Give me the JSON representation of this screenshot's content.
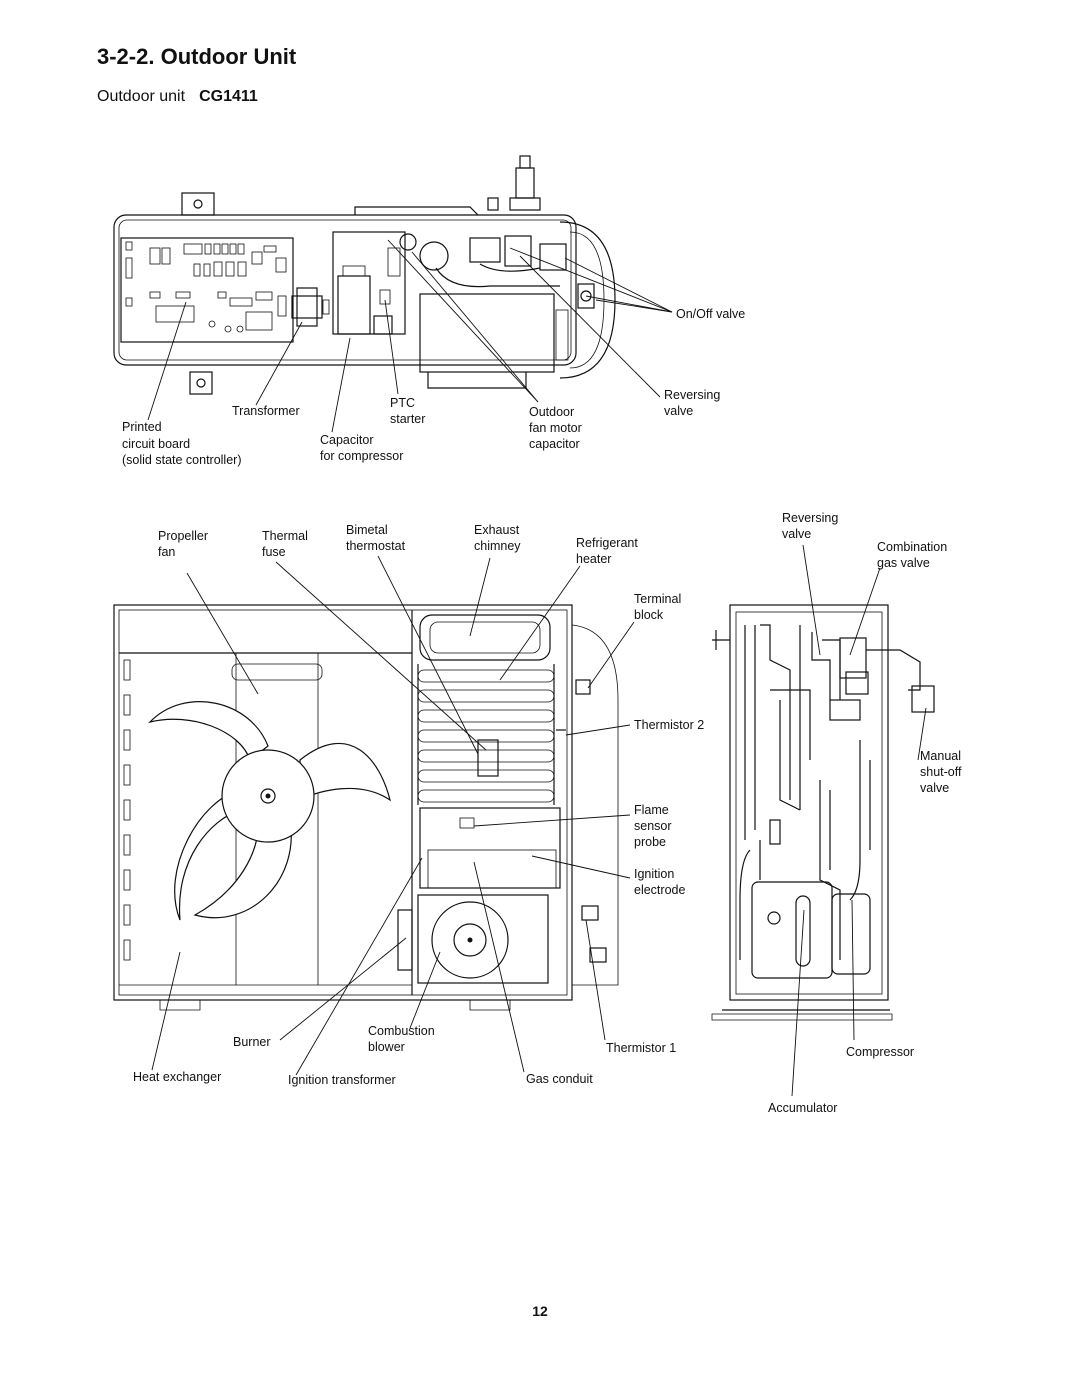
{
  "heading": "3-2-2.  Outdoor Unit",
  "subheading": {
    "label": "Outdoor unit",
    "model": "CG1411"
  },
  "top_view_labels": {
    "on_off_valve": "On/Off valve",
    "reversing_valve": [
      "Reversing",
      "valve"
    ],
    "outdoor_fan_motor_capacitor": [
      "Outdoor",
      "fan motor",
      "capacitor"
    ],
    "ptc_starter": [
      "PTC",
      "starter"
    ],
    "transformer": "Transformer",
    "capacitor_for_compressor": [
      "Capacitor",
      "for compressor"
    ],
    "printed_circuit_board": [
      "Printed",
      "circuit board",
      "(solid state controller)"
    ]
  },
  "front_view_labels": {
    "propeller_fan": [
      "Propeller",
      "fan"
    ],
    "thermal_fuse": [
      "Thermal",
      "fuse"
    ],
    "bimetal_thermostat": [
      "Bimetal",
      "thermostat"
    ],
    "exhaust_chimney": [
      "Exhaust",
      "chimney"
    ],
    "refrigerant_heater": [
      "Refrigerant",
      "heater"
    ],
    "terminal_block": [
      "Terminal",
      "block"
    ],
    "thermistor_2": "Thermistor 2",
    "flame_sensor_probe": [
      "Flame",
      "sensor",
      "probe"
    ],
    "ignition_electrode": [
      "Ignition",
      "electrode"
    ],
    "thermistor_1": "Thermistor 1",
    "gas_conduit": "Gas conduit",
    "combustion_blower": [
      "Combustion",
      "blower"
    ],
    "burner": "Burner",
    "ignition_transformer": "Ignition transformer",
    "heat_exchanger": "Heat exchanger"
  },
  "side_view_labels": {
    "reversing_valve": [
      "Reversing",
      "valve"
    ],
    "combination_gas_valve": [
      "Combination",
      "gas valve"
    ],
    "manual_shut_off_valve": [
      "Manual",
      "shut-off",
      "valve"
    ],
    "compressor": "Compressor",
    "accumulator": "Accumulator"
  },
  "page_number": "12"
}
